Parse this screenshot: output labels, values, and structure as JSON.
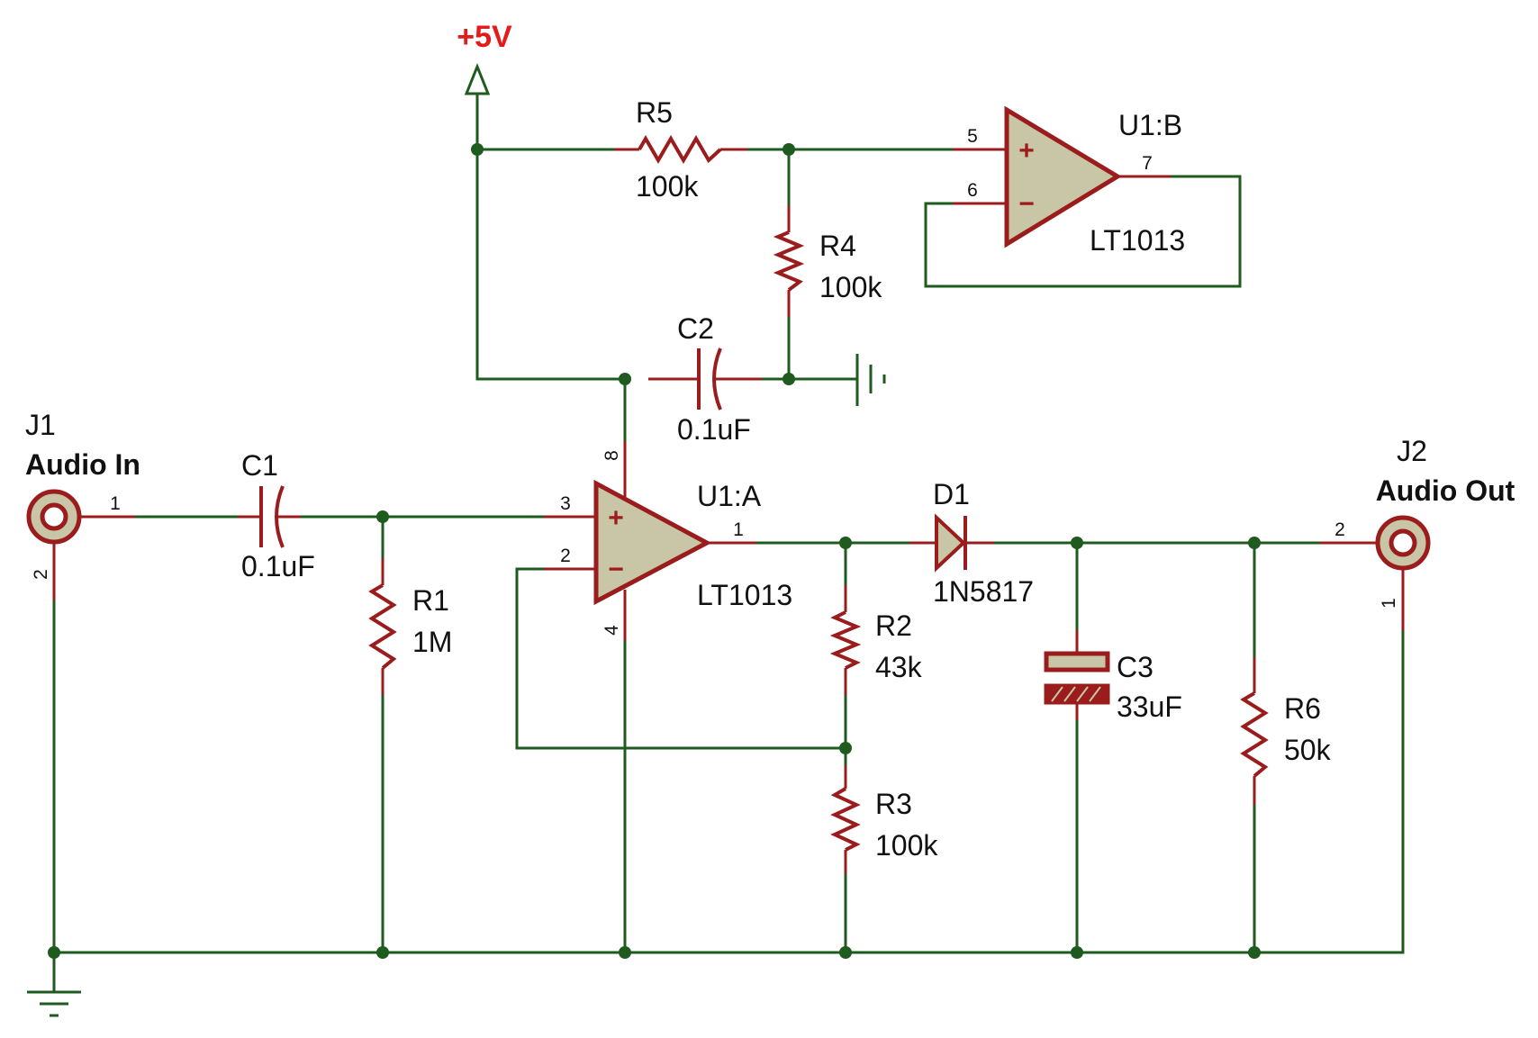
{
  "power": {
    "label": "+5V"
  },
  "components": {
    "J1": {
      "ref": "J1",
      "value": "Audio In",
      "pin1": "1",
      "pin2": "2"
    },
    "J2": {
      "ref": "J2",
      "value": "Audio Out",
      "pin1": "1",
      "pin2": "2"
    },
    "C1": {
      "ref": "C1",
      "value": "0.1uF"
    },
    "C2": {
      "ref": "C2",
      "value": "0.1uF"
    },
    "C3": {
      "ref": "C3",
      "value": "33uF"
    },
    "R1": {
      "ref": "R1",
      "value": "1M"
    },
    "R2": {
      "ref": "R2",
      "value": "43k"
    },
    "R3": {
      "ref": "R3",
      "value": "100k"
    },
    "R4": {
      "ref": "R4",
      "value": "100k"
    },
    "R5": {
      "ref": "R5",
      "value": "100k"
    },
    "R6": {
      "ref": "R6",
      "value": "50k"
    },
    "D1": {
      "ref": "D1",
      "value": "1N5817"
    },
    "U1A": {
      "ref": "U1:A",
      "value": "LT1013",
      "pin_plus": "3",
      "pin_minus": "2",
      "pin_out": "1",
      "pin_vplus": "8",
      "pin_vminus": "4"
    },
    "U1B": {
      "ref": "U1:B",
      "value": "LT1013",
      "pin_plus": "5",
      "pin_minus": "6",
      "pin_out": "7"
    }
  },
  "opamp_signs": {
    "plus": "+",
    "minus": "−"
  }
}
